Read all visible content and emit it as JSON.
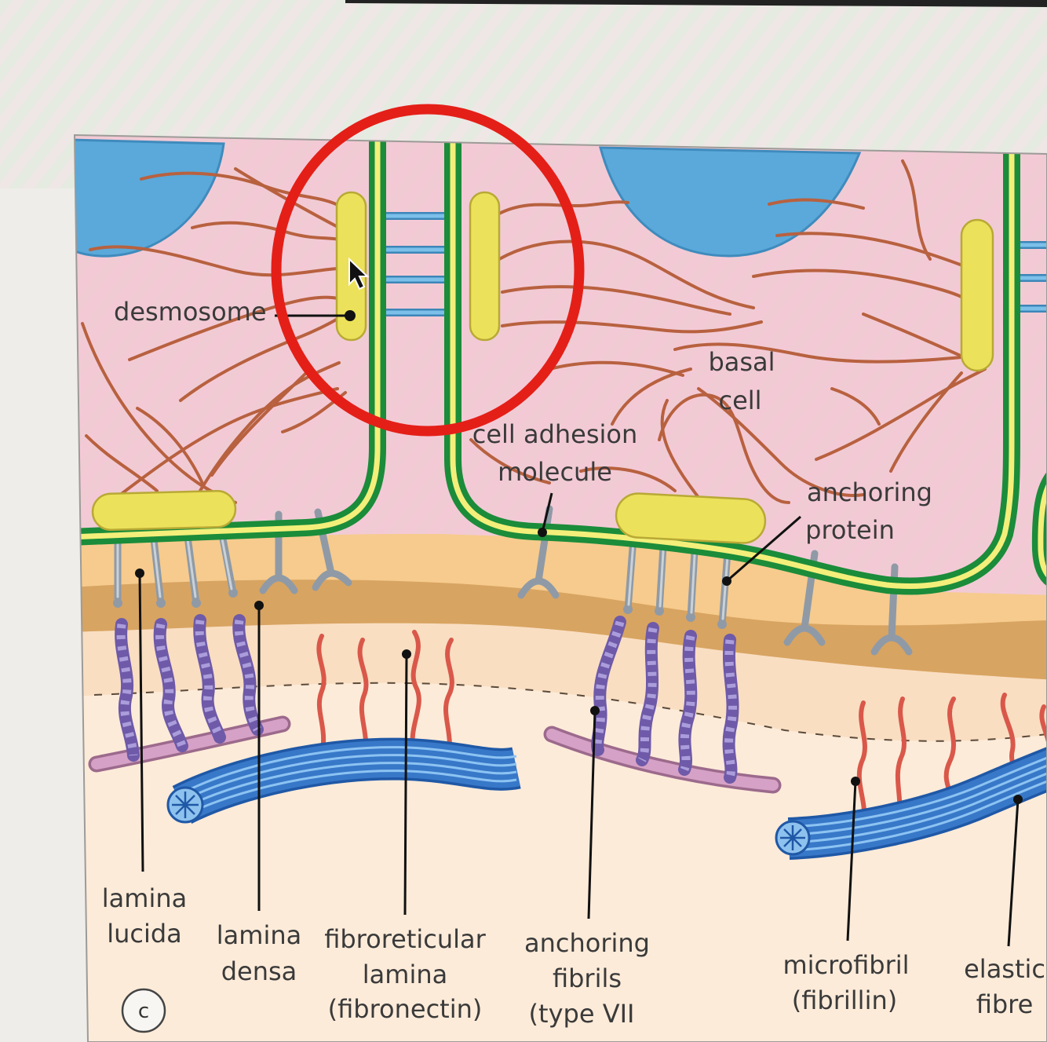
{
  "panel_letter": "c",
  "labels": {
    "desmosome": "desmosome",
    "basal_cell": [
      "basal",
      "cell"
    ],
    "cell_adhesion_molecule": [
      "cell adhesion",
      "molecule"
    ],
    "anchoring_protein": [
      "anchoring",
      "protein"
    ],
    "lamina_lucida": [
      "lamina",
      "lucida"
    ],
    "lamina_densa": [
      "lamina",
      "densa"
    ],
    "fibroreticular_lamina": [
      "fibroreticular",
      "lamina",
      "(fibronectin)"
    ],
    "anchoring_fibrils": [
      "anchoring",
      "fibrils",
      "(type VII"
    ],
    "microfibril": [
      "microfibril",
      "(fibrillin)"
    ],
    "elastic_fibre": [
      "elastic",
      "fibre"
    ]
  },
  "colors": {
    "cytoplasm": "#f4c8d5",
    "nucleus": "#5aa9da",
    "membrane_outer": "#1b8c3a",
    "membrane_inner": "#f3ef7a",
    "desmosome_plaque": "#ece15a",
    "keratin_filament": "#b8613f",
    "lamina_lucida": "#f6cb8d",
    "lamina_densa": "#d8a462",
    "anchoring_protein": "#8f9aa6",
    "anchoring_fibril": "#6e5aa8",
    "anchoring_plaque": "#d6a1c6",
    "collagen_fibre": "#3878c8",
    "microfibril": "#d9584a",
    "highlight_circle": "#e41f18",
    "label_text": "#3a3a3a"
  }
}
